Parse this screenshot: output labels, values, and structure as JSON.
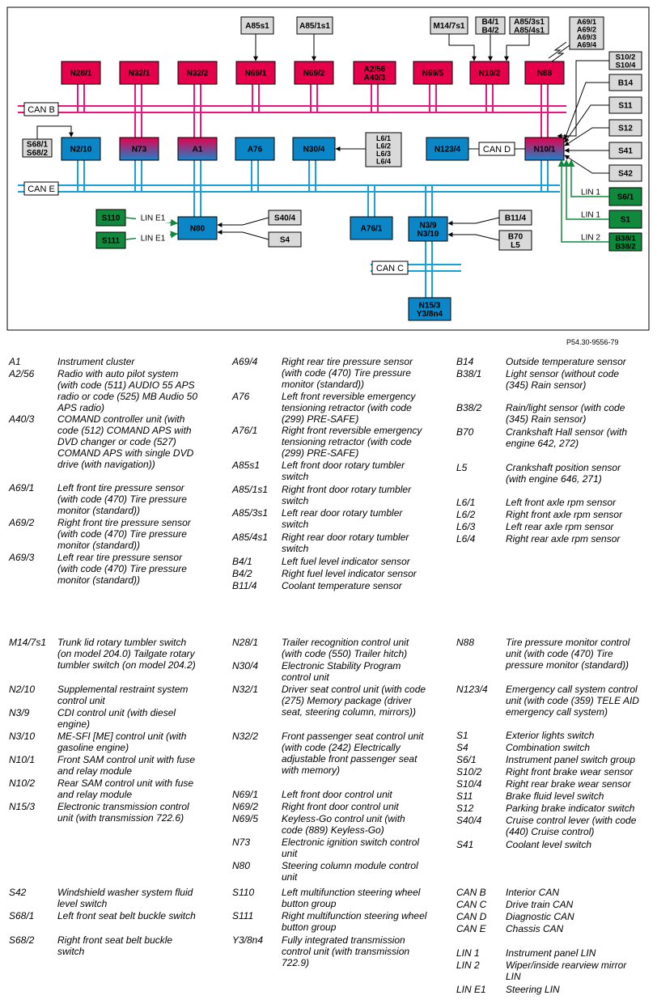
{
  "figure_code": "P54.30-9556-79",
  "diagram": {
    "top_nodes": [
      "N28/1",
      "N32/1",
      "N32/2",
      "N69/1",
      "N69/2",
      "A2/56\nA40/3",
      "N69/5",
      "N10/2",
      "N88"
    ],
    "input_switches": [
      "A85s1",
      "A85/1s1",
      "M14/7s1",
      "B4/1\nB4/2",
      "A85/3s1\nA85/4s1",
      "A69/1\nA69/2\nA69/3\nA69/4"
    ],
    "mid_nodes": [
      "N2/10",
      "N73",
      "A1",
      "A76",
      "N30/4",
      "N123/4",
      "N10/1"
    ],
    "right_sensors": [
      "S10/2\nS10/4",
      "B14",
      "S11",
      "S12",
      "S41",
      "S42"
    ],
    "lin_devices": [
      "S6/1",
      "S1",
      "B38/1\nB38/2"
    ],
    "lin_labels": [
      "LIN 1",
      "LIN 1",
      "LIN 2"
    ],
    "left_devices": [
      "S68/1\nS68/2",
      "S110",
      "S111"
    ],
    "lin_e1_labels": [
      "LIN E1",
      "LIN E1"
    ],
    "lower_nodes": [
      "N80",
      "A76/1",
      "N3/9\nN3/10",
      "N15/3\nY3/8n4"
    ],
    "lower_inputs": [
      "S40/4",
      "S4",
      "B11/4",
      "B70\nL5",
      "L6/1\nL6/2\nL6/3\nL6/4"
    ],
    "buses": {
      "can_b": "CAN B",
      "can_e": "CAN E",
      "can_d": "CAN D",
      "can_c": "CAN C"
    }
  },
  "legend": [
    {
      "code": "A1",
      "desc": "Instrument cluster"
    },
    {
      "code": "A2/56",
      "desc": "Radio with auto pilot system (with code (511) AUDIO 55 APS radio or code (525) MB Audio 50 APS radio)"
    },
    {
      "code": "A40/3",
      "desc": "COMAND controller unit (with code (512) COMAND APS with DVD changer or code (527) COMAND APS with single DVD drive (with navigation))"
    },
    {
      "code": "A69/1",
      "desc": "Left front tire pressure sensor (with code (470) Tire pressure monitor (standard))"
    },
    {
      "code": "A69/2",
      "desc": "Right front tire pressure sensor (with code (470) Tire pressure monitor (standard))"
    },
    {
      "code": "A69/3",
      "desc": "Left rear tire pressure sensor (with code (470) Tire pressure monitor (standard))"
    },
    {
      "code": "A69/4",
      "desc": "Right rear tire pressure sensor (with code (470) Tire pressure monitor (standard))"
    },
    {
      "code": "A76",
      "desc": "Left front reversible emergency tensioning retractor (with code (299) PRE-SAFE)"
    },
    {
      "code": "A76/1",
      "desc": "Right front reversible emergency tensioning retractor (with code (299) PRE-SAFE)"
    },
    {
      "code": "A85s1",
      "desc": "Left front door rotary tumbler switch"
    },
    {
      "code": "A85/1s1",
      "desc": "Right front door rotary tumbler switch"
    },
    {
      "code": "A85/3s1",
      "desc": "Left rear door rotary tumbler switch"
    },
    {
      "code": "A85/4s1",
      "desc": "Right rear door rotary tumbler switch"
    },
    {
      "code": "B4/1",
      "desc": "Left fuel level indicator sensor"
    },
    {
      "code": "B4/2",
      "desc": "Right fuel level indicator sensor"
    },
    {
      "code": "B11/4",
      "desc": "Coolant temperature sensor"
    },
    {
      "code": "B14",
      "desc": "Outside temperature sensor"
    },
    {
      "code": "B38/1",
      "desc": "Light sensor (without code (345) Rain sensor)"
    },
    {
      "code": "B38/2",
      "desc": "Rain/light sensor (with code (345) Rain sensor)"
    },
    {
      "code": "B70",
      "desc": "Crankshaft Hall sensor (with engine 642, 272)"
    },
    {
      "code": "L5",
      "desc": "Crankshaft position sensor (with engine 646, 271)"
    },
    {
      "code": "L6/1",
      "desc": "Left front axle rpm sensor"
    },
    {
      "code": "L6/2",
      "desc": "Right front axle rpm sensor"
    },
    {
      "code": "L6/3",
      "desc": "Left rear axle rpm sensor"
    },
    {
      "code": "L6/4",
      "desc": "Right rear axle rpm sensor"
    },
    {
      "code": "M14/7s1",
      "desc": "Trunk lid rotary tumbler switch (on model 204.0) Tailgate rotary tumbler switch (on model 204.2)"
    },
    {
      "code": "N2/10",
      "desc": "Supplemental restraint system control unit"
    },
    {
      "code": "N3/9",
      "desc": "CDI control unit (with diesel engine)"
    },
    {
      "code": "N3/10",
      "desc": "ME-SFI [ME] control unit (with gasoline engine)"
    },
    {
      "code": "N10/1",
      "desc": "Front SAM control unit with fuse and relay module"
    },
    {
      "code": "N10/2",
      "desc": "Rear SAM control unit with fuse and relay module"
    },
    {
      "code": "N15/3",
      "desc": "Electronic transmission control unit (with transmission 722.6)"
    },
    {
      "code": "N28/1",
      "desc": "Trailer recognition control unit (with code (550) Trailer hitch)"
    },
    {
      "code": "N30/4",
      "desc": "Electronic Stability Program control unit"
    },
    {
      "code": "N32/1",
      "desc": "Driver seat control unit (with code (275) Memory package (driver seat, steering column, mirrors))"
    },
    {
      "code": "N32/2",
      "desc": "Front passenger seat control unit (with code (242) Electrically adjustable front passenger seat with memory)"
    },
    {
      "code": "N69/1",
      "desc": "Left front door control unit"
    },
    {
      "code": "N69/2",
      "desc": "Right front door control unit"
    },
    {
      "code": "N69/5",
      "desc": "Keyless-Go control unit (with code (889) Keyless-Go)"
    },
    {
      "code": "N73",
      "desc": "Electronic ignition switch control unit"
    },
    {
      "code": "N80",
      "desc": "Steering column module control unit"
    },
    {
      "code": "N88",
      "desc": "Tire pressure monitor control unit (with code (470) Tire pressure monitor (standard))"
    },
    {
      "code": "N123/4",
      "desc": "Emergency call system control unit (with code (359) TELE AID emergency call system)"
    },
    {
      "code": "S1",
      "desc": "Exterior lights switch"
    },
    {
      "code": "S4",
      "desc": "Combination switch"
    },
    {
      "code": "S6/1",
      "desc": "Instrument panel switch group"
    },
    {
      "code": "S10/2",
      "desc": "Right front brake wear sensor"
    },
    {
      "code": "S10/4",
      "desc": "Right rear brake wear sensor"
    },
    {
      "code": "S11",
      "desc": "Brake fluid level switch"
    },
    {
      "code": "S12",
      "desc": "Parking brake indicator switch"
    },
    {
      "code": "S40/4",
      "desc": "Cruise control lever (with code (440) Cruise control)"
    },
    {
      "code": "S41",
      "desc": "Coolant level switch"
    },
    {
      "code": "S42",
      "desc": "Windshield washer system fluid level switch"
    },
    {
      "code": "S68/1",
      "desc": "Left front seat belt buckle switch"
    },
    {
      "code": "S68/2",
      "desc": "Right front seat belt buckle switch"
    },
    {
      "code": "S110",
      "desc": "Left multifunction steering wheel button group"
    },
    {
      "code": "S111",
      "desc": "Right multifunction steering wheel button group"
    },
    {
      "code": "Y3/8n4",
      "desc": "Fully integrated transmission control unit (with transmission 722.9)"
    },
    {
      "code": "CAN B",
      "desc": "Interior CAN"
    },
    {
      "code": "CAN C",
      "desc": "Drive train CAN"
    },
    {
      "code": "CAN D",
      "desc": "Diagnostic CAN"
    },
    {
      "code": "CAN E",
      "desc": "Chassis CAN"
    },
    {
      "code": "LIN 1",
      "desc": "Instrument panel LIN"
    },
    {
      "code": "LIN 2",
      "desc": "Wiper/inside rearview mirror LIN"
    },
    {
      "code": "LIN E1",
      "desc": "Steering LIN"
    }
  ],
  "colors": {
    "pink": "#e6004c",
    "blue": "#0b86c6",
    "green": "#0f8a3c",
    "gray": "#d9d9d9",
    "can_b": "#e8157a",
    "can_e": "#1aa0d8"
  }
}
